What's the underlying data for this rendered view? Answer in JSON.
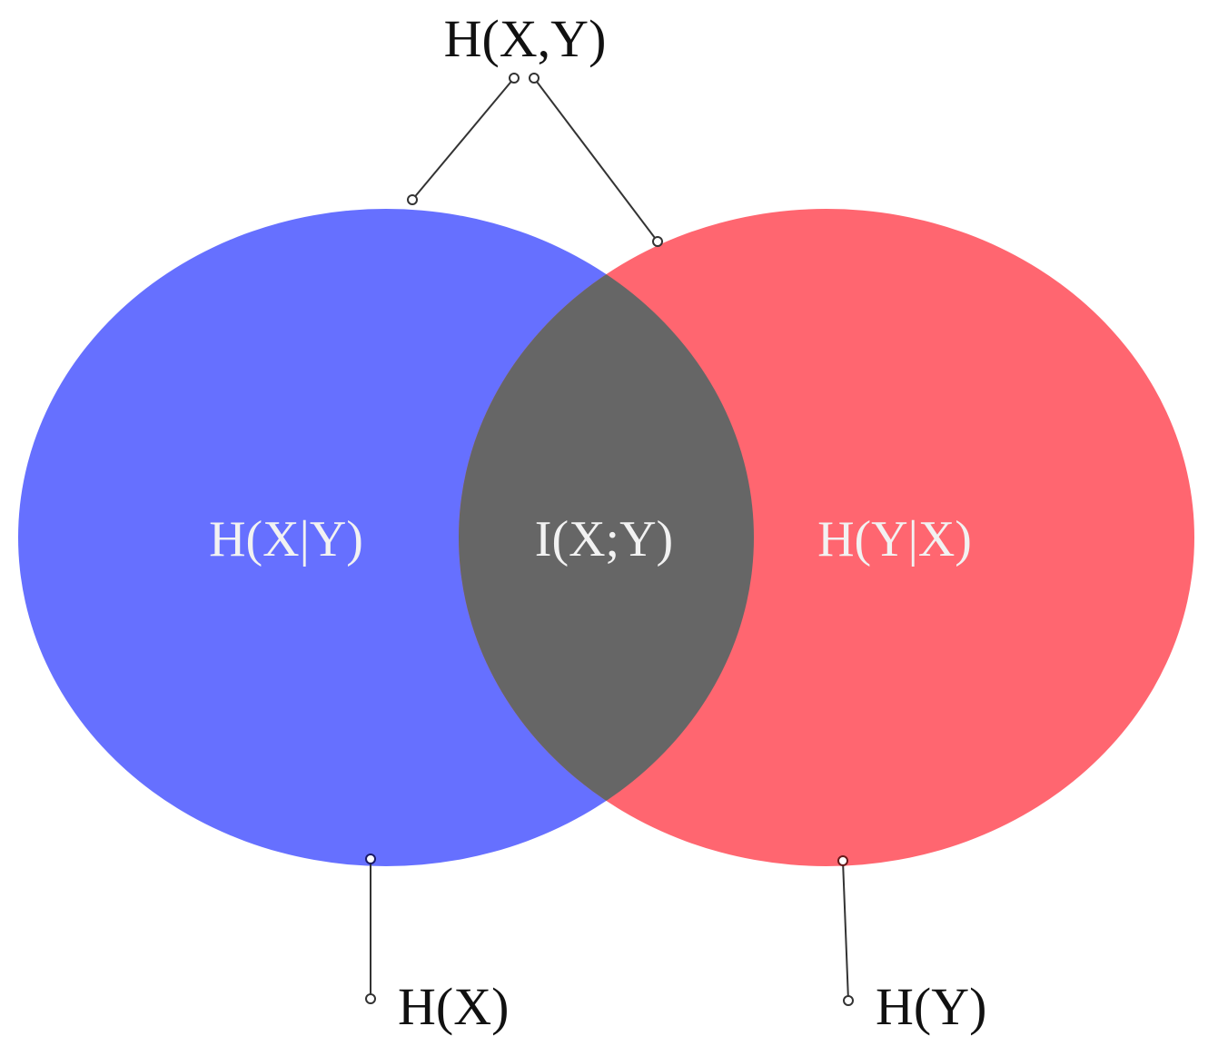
{
  "colors": {
    "set_x": "#6670ff",
    "set_y": "#ff6670",
    "overlap": "#666666",
    "background": "#ffffff"
  },
  "labels": {
    "joint_entropy": "H(X,Y)",
    "conditional_x_given_y": "H(X|Y)",
    "mutual_information": "I(X;Y)",
    "conditional_y_given_x": "H(Y|X)",
    "entropy_x": "H(X)",
    "entropy_y": "H(Y)"
  }
}
